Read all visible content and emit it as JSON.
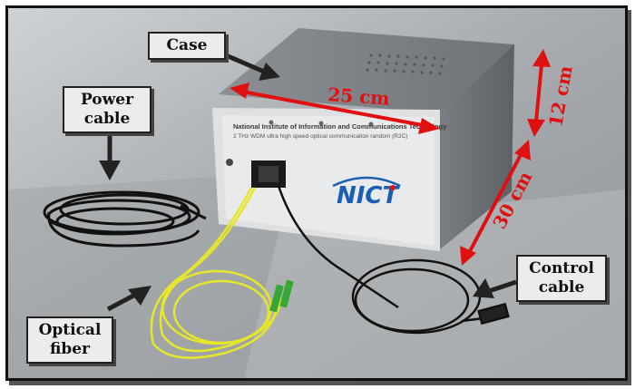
{
  "labels": {
    "case": "Case",
    "power": [
      "Power",
      "cable"
    ],
    "optical": [
      "Optical",
      "fiber"
    ],
    "control": [
      "Control",
      "cable"
    ]
  },
  "dimensions": {
    "width": "25 cm",
    "depth": "30 cm",
    "height": "12 cm"
  },
  "device_panel": {
    "line1": "National Institute of Information and Communications Technology",
    "line2": "2 THz WDM ultra high speed optical communication random ",
    "line2_suffix": "(R2C)",
    "logo": "NICT"
  },
  "colors": {
    "arrow": "#e01010",
    "label_arrow": "#222222",
    "fiber": "#e6e62a",
    "panel": "#e9eaec",
    "logo": "#1a5fb4"
  }
}
